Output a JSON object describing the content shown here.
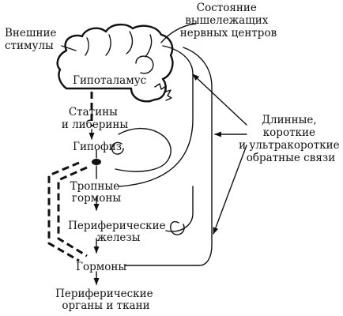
{
  "labels": {
    "external_stimuli": [
      "Внешние",
      "стимулы"
    ],
    "higher_centers": [
      "Состояние",
      "вышележащих",
      "нервных центров"
    ],
    "hypothalamus": "Гипоталамус",
    "statins_liberins": [
      "Статины",
      "и либерины"
    ],
    "pituitary": "Гипофиз",
    "tropic_hormones": [
      "Тропные",
      "гормоны"
    ],
    "peripheral_glands": [
      "Периферические",
      "железы"
    ],
    "hormones": "Гормоны",
    "peripheral_organs": [
      "Периферические",
      "органы и ткани"
    ],
    "feedback": [
      "Длинные,",
      "короткие",
      "и ультракороткие",
      "обратные связи"
    ]
  },
  "colors": {
    "ink": "#111111",
    "background": "#ffffff"
  }
}
